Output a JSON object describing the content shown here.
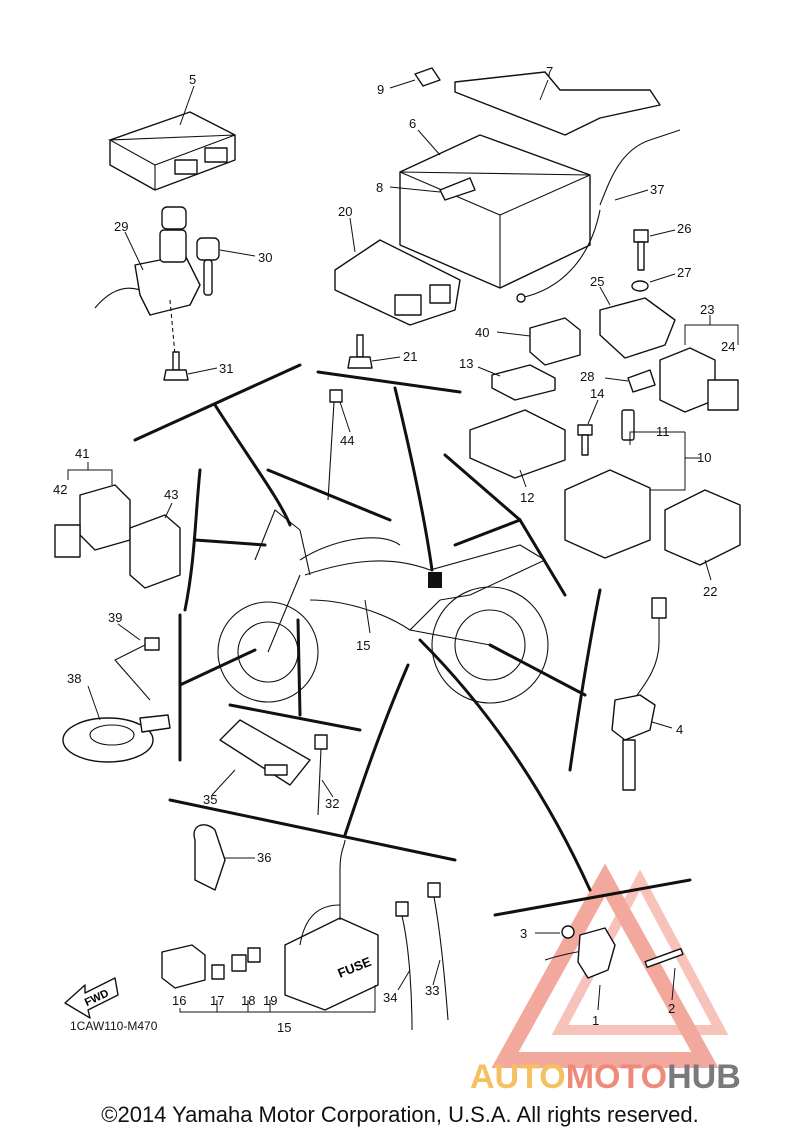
{
  "copyright": "©2014 Yamaha Motor Corporation, U.S.A. All rights reserved.",
  "diagram_code": "1CAW110-M470",
  "fwd_label": "FWD",
  "fuse_label": "FUSE",
  "watermark": {
    "brand_part1": "AUTO",
    "brand_part2": "MOTO",
    "brand_part3": "HUB",
    "color_part1": "#f5c060",
    "color_part2": "#f08a78",
    "color_part3": "#7a7a7a"
  },
  "callouts": [
    "1",
    "2",
    "3",
    "4",
    "5",
    "6",
    "7",
    "8",
    "9",
    "10",
    "11",
    "12",
    "13",
    "14",
    "15",
    "16",
    "17",
    "18",
    "19",
    "20",
    "21",
    "22",
    "23",
    "24",
    "25",
    "26",
    "27",
    "28",
    "29",
    "30",
    "31",
    "32",
    "33",
    "34",
    "35",
    "36",
    "37",
    "38",
    "39",
    "40",
    "41",
    "42",
    "43",
    "44"
  ]
}
